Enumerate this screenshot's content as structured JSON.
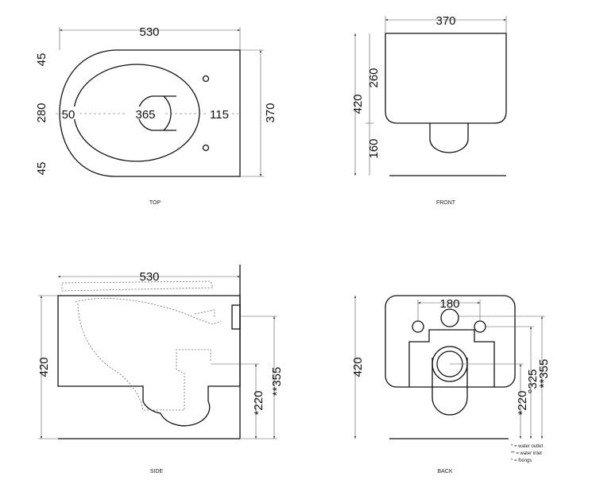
{
  "views": {
    "top": {
      "caption": "TOP",
      "width": "530",
      "depth": "370",
      "left_margin_top": "45",
      "bowl_width": "280",
      "left_margin_bottom": "45",
      "rim_front": "50",
      "bowl_length": "365",
      "rear": "115"
    },
    "front": {
      "caption": "FRONT",
      "width": "370",
      "body_height": "260",
      "total_height": "420",
      "lower_height": "160"
    },
    "side": {
      "caption": "SIDE",
      "length": "530",
      "height": "420",
      "outlet_height": "*220",
      "inlet_height": "**355"
    },
    "back": {
      "caption": "BACK",
      "fixing_spacing": "180",
      "height": "420",
      "outlet_height": "*220",
      "fixing_height": "°325",
      "inlet_height": "**355"
    }
  },
  "legend": [
    "* = water outlet",
    "** = water inlet",
    "° = fixings"
  ]
}
